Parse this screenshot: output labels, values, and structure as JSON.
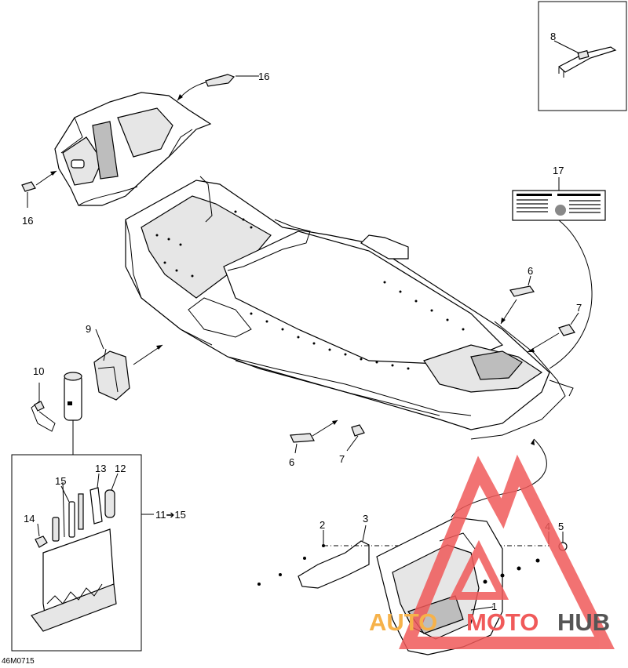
{
  "diagram": {
    "document_code": "46M0715",
    "callouts": {
      "c1": "1",
      "c2": "2",
      "c3": "3",
      "c4": "4",
      "c5": "5",
      "c6a": "6",
      "c6b": "6",
      "c7a": "7",
      "c7b": "7",
      "c8": "8",
      "c9": "9",
      "c10": "10",
      "c11_15": "11➔15",
      "c12": "12",
      "c13": "13",
      "c14": "14",
      "c15": "15",
      "c16a": "16",
      "c16b": "16",
      "c17": "17"
    },
    "watermark": {
      "part_a": "AUTO",
      "part_b": "MOTO",
      "part_c": "HUB",
      "color_red": "#f05a5a",
      "color_orange": "#f6b24a",
      "color_dark": "#555555"
    }
  }
}
